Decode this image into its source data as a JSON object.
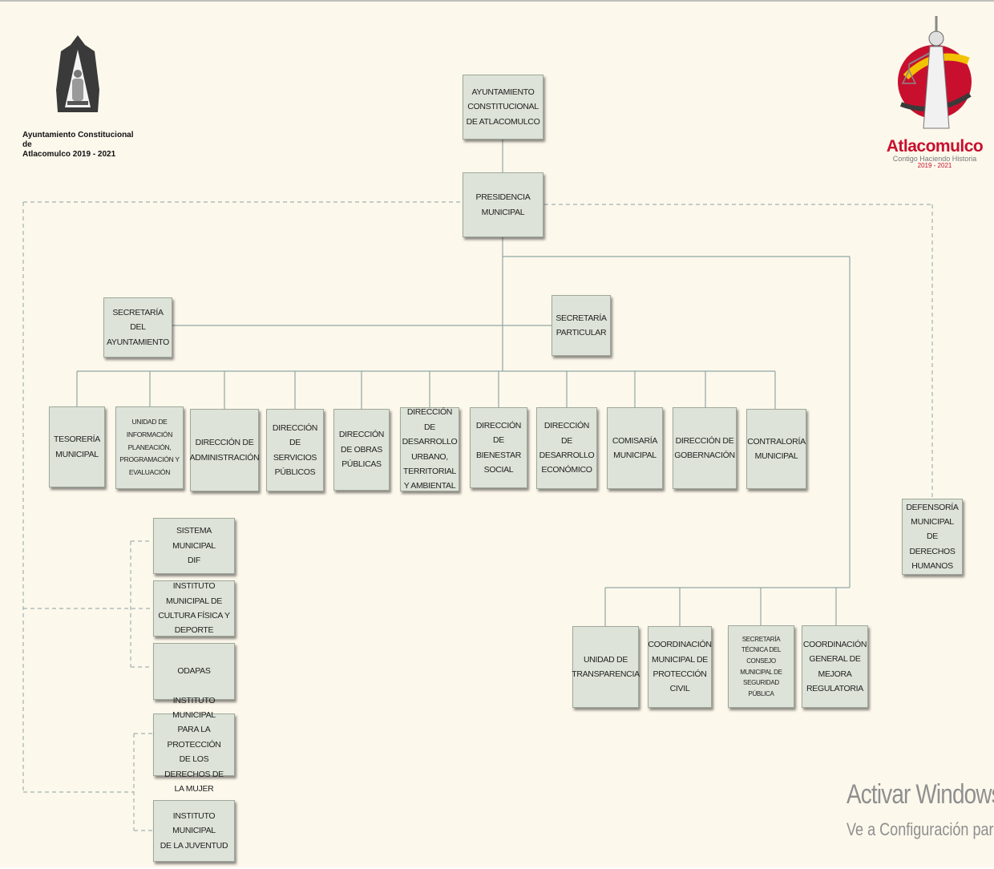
{
  "header": {
    "left_logo": {
      "icon": "crest-icon",
      "text": "Ayuntamiento Constitucional de\nAtlacomulco 2019 - 2021"
    },
    "right_logo": {
      "icon": "justice-figure-icon",
      "name": "Atlacomulco",
      "slogan": "Contigo Haciendo Historia",
      "years": "2019 - 2021"
    }
  },
  "colors": {
    "background": "#fdf8ec",
    "box_fill": "#dde3d8",
    "line": "#8fa7a4",
    "brand_red": "#c8102e"
  },
  "org": {
    "ayuntamiento": "AYUNTAMIENTO\nCONSTITUCIONAL\nDE ATLACOMULCO",
    "presidencia": "PRESIDENCIA\nMUNICIPAL",
    "secretaria_ayuntamiento": "SECRETARÍA DEL\nAYUNTAMIENTO",
    "secretaria_particular": "SECRETARÍA\nPARTICULAR",
    "direcciones": [
      "TESORERÍA\nMUNICIPAL",
      "UNIDAD DE\nINFORMACIÓN\nPLANEACIÓN,\nPROGRAMACIÓN Y\nEVALUACIÓN",
      "DIRECCIÓN DE\nADMINISTRACIÓN",
      "DIRECCIÓN\nDE SERVICIOS\nPÚBLICOS",
      "DIRECCIÓN\nDE OBRAS\nPÚBLICAS",
      "DIRECCIÓN DE\nDESARROLLO\nURBANO,\nTERRITORIAL\nY AMBIENTAL",
      "DIRECCIÓN\nDE\nBIENESTAR\nSOCIAL",
      "DIRECCIÓN DE\nDESARROLLO\nECONÓMICO",
      "COMISARÍA\nMUNICIPAL",
      "DIRECCIÓN DE\nGOBERNACIÓN",
      "CONTRALORÍA\nMUNICIPAL"
    ],
    "descentralizados": [
      "SISTEMA MUNICIPAL\nDIF",
      "INSTITUTO\nMUNICIPAL DE\nCULTURA FÍSICA Y\nDEPORTE",
      "ODAPAS",
      "INSTITUTO MUNICIPAL\nPARA LA PROTECCIÓN\nDE LOS DERECHOS DE\nLA MUJER",
      "INSTITUTO MUNICIPAL\nDE LA JUVENTUD"
    ],
    "defensoria": "DEFENSORÍA\nMUNICIPAL DE\nDERECHOS\nHUMANOS",
    "unidades": [
      "UNIDAD DE\nTRANSPARENCIA",
      "COORDINACIÓN\nMUNICIPAL DE\nPROTECCIÓN\nCIVIL",
      "SECRETARÍA\nTÉCNICA DEL\nCONSEJO\nMUNICIPAL DE\nSEGURIDAD\nPÚBLICA",
      "COORDINACIÓN\nGENERAL DE\nMEJORA\nREGULATORIA"
    ]
  },
  "watermark": {
    "title": "Activar Windows",
    "subtitle": "Ve a Configuración para activar Windows."
  }
}
